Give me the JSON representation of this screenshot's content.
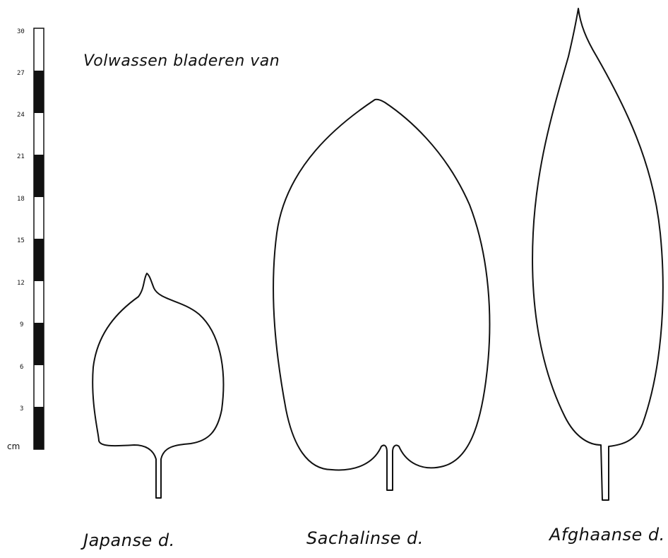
{
  "title": "Volwassen bladeren van",
  "scale": {
    "unit": "cm",
    "ticks": [
      "3",
      "6",
      "9",
      "12",
      "15",
      "18",
      "21",
      "24",
      "27",
      "30"
    ]
  },
  "leaves": [
    {
      "label": "Japanse d."
    },
    {
      "label": "Sachalinse d."
    },
    {
      "label": "Afghaanse d."
    }
  ]
}
